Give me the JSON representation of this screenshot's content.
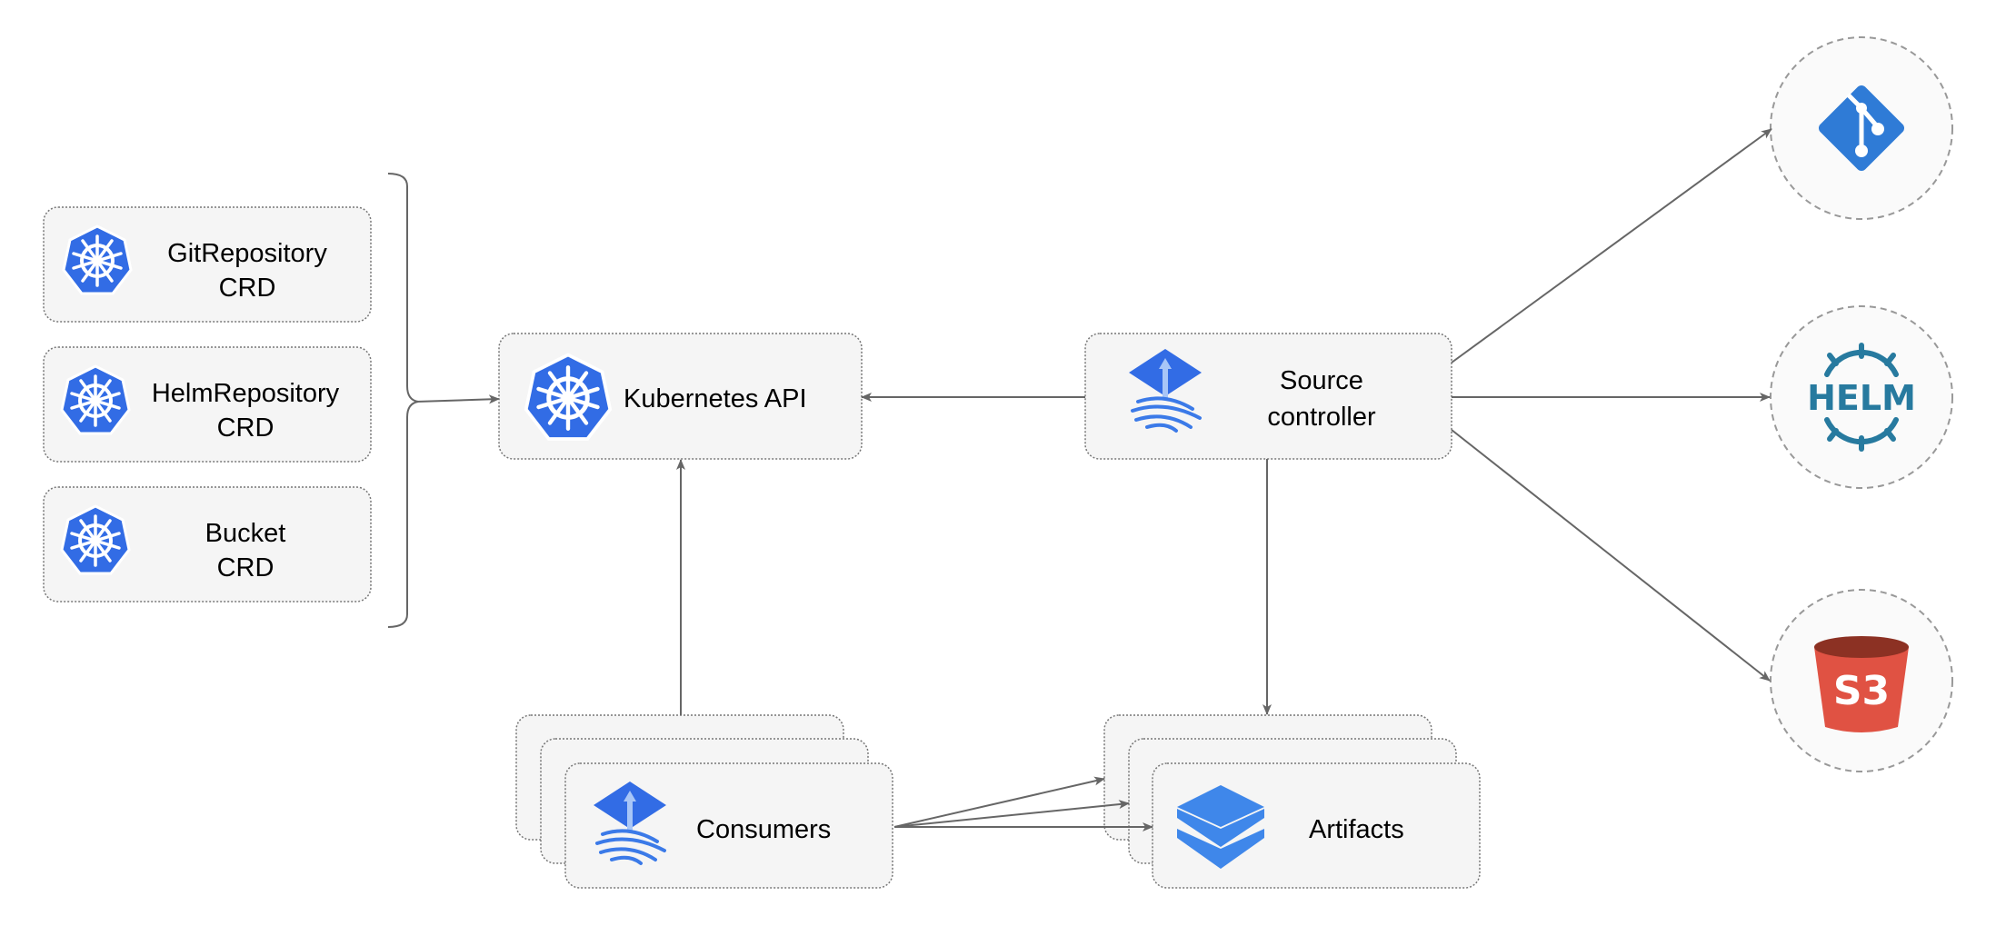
{
  "crds": [
    {
      "line1": "GitRepository",
      "line2": "CRD",
      "icon": "kubernetes-icon"
    },
    {
      "line1": "HelmRepository",
      "line2": "CRD",
      "icon": "kubernetes-icon"
    },
    {
      "line1": "Bucket",
      "line2": "CRD",
      "icon": "kubernetes-icon"
    }
  ],
  "kubernetes_api": {
    "label": "Kubernetes API",
    "icon": "kubernetes-icon"
  },
  "source_controller": {
    "line1": "Source",
    "line2": "controller",
    "icon": "flux-icon"
  },
  "consumers": {
    "label": "Consumers",
    "icon": "flux-icon"
  },
  "artifacts": {
    "label": "Artifacts",
    "icon": "layers-icon"
  },
  "sources": [
    {
      "icon": "git-icon"
    },
    {
      "icon": "helm-icon",
      "logo_text": "HELM"
    },
    {
      "icon": "s3-bucket-icon",
      "logo_text": "S3"
    }
  ],
  "colors": {
    "k8s_blue": "#326ce5",
    "git_blue": "#2f7bd6",
    "helm_teal": "#277a9f",
    "s3_red": "#e05243",
    "s3_dark": "#8c3123",
    "box_fill": "#f5f5f5",
    "edge": "#666666"
  }
}
